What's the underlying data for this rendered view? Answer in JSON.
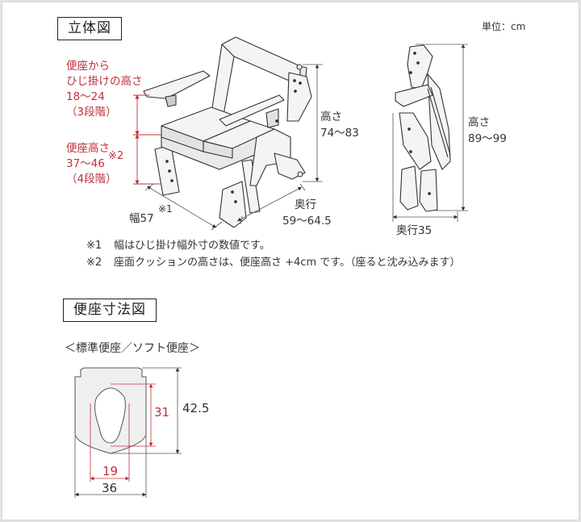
{
  "sections": {
    "three_d": {
      "title": "立体図",
      "unit": "単位：cm"
    },
    "seat_dims": {
      "title": "便座寸法図",
      "subtitle": "＜標準便座／ソフト便座＞"
    }
  },
  "chair_front": {
    "armrest_height_label": [
      "便座から",
      "ひじ掛けの高さ",
      "18〜24",
      "（3段階）"
    ],
    "seat_height_label": [
      "便座高さ",
      "37〜46",
      "（4段階）"
    ],
    "seat_height_note_mark": "※2",
    "height_label": [
      "高さ",
      "74〜83"
    ],
    "width_label": "幅57",
    "width_note_mark": "※1",
    "depth_label": [
      "奥行",
      "59〜64.5"
    ]
  },
  "chair_folded": {
    "height_label": [
      "高さ",
      "89〜99"
    ],
    "depth_label": "奥行35"
  },
  "notes": [
    {
      "mark": "※1",
      "text": "幅はひじ掛け幅外寸の数値です。"
    },
    {
      "mark": "※2",
      "text": "座面クッションの高さは、便座高さ +4cm です。（座ると沈み込みます）"
    }
  ],
  "seat_diagram": {
    "hole_height": "31",
    "hole_width": "19",
    "total_height": "42.5",
    "total_width": "36"
  },
  "colors": {
    "dimension_red": "#c0303a",
    "line": "#333333",
    "fill": "#efefef"
  }
}
